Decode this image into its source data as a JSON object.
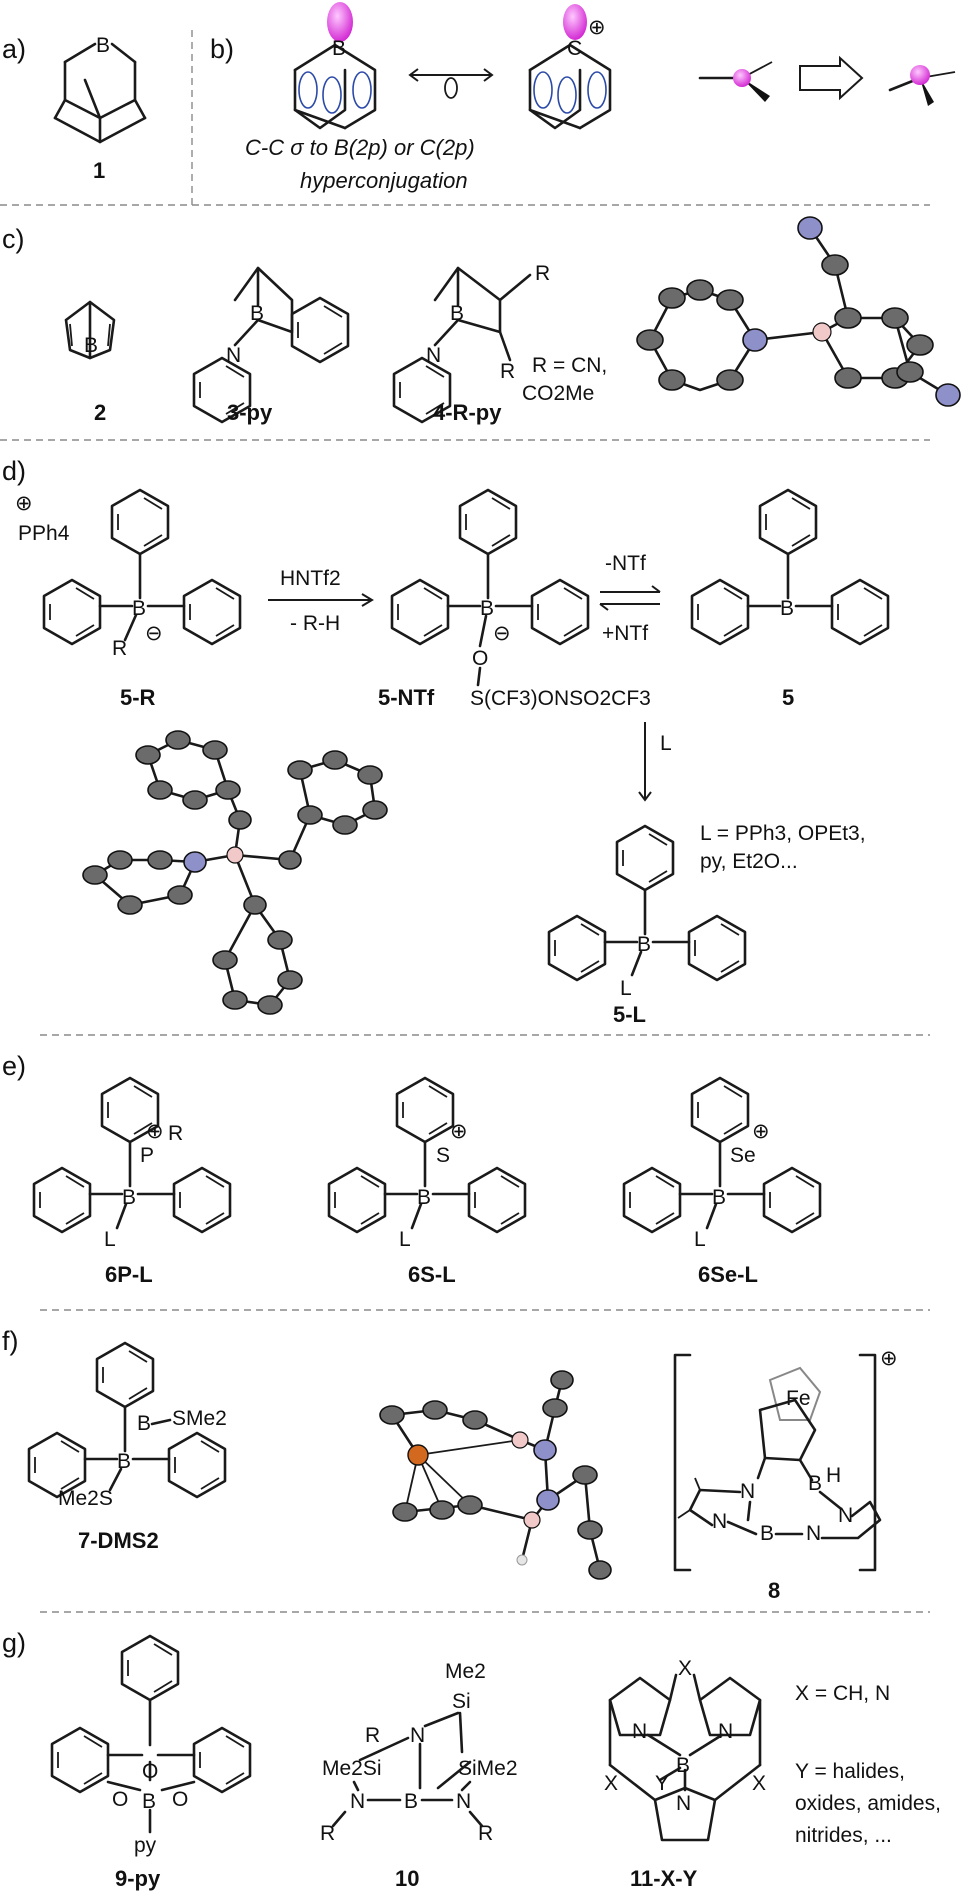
{
  "panels": {
    "a": "a)",
    "b": "b)",
    "c": "c)",
    "d": "d)",
    "e": "e)",
    "f": "f)",
    "g": "g)"
  },
  "atoms": {
    "B": "B",
    "C": "C",
    "N": "N",
    "L": "L",
    "O": "O",
    "P": "P",
    "S": "S",
    "Se": "Se",
    "R": "R",
    "H": "H",
    "X": "X",
    "Y": "Y",
    "Fe": "Fe",
    "py": "py"
  },
  "charges": {
    "plus": "⊕",
    "minus": "⊖"
  },
  "panel_a": {
    "compound": "1"
  },
  "panel_b": {
    "caption_line1": "C-C σ to B(2p) or C(2p)",
    "caption_line2": "hyperconjugation"
  },
  "panel_c": {
    "compounds": [
      "2",
      "3-py",
      "4-R-py"
    ],
    "r_definition_1": "R = CN,",
    "r_definition_2": "CO2Me"
  },
  "panel_d": {
    "counterion": "PPh4",
    "reagent": "HNTf2",
    "byproduct": "- R-H",
    "eq_forward": "-NTf",
    "eq_reverse": "+NTf",
    "ligand_arrow": "L",
    "substituent_5ntf": "S(CF3)ONSO2CF3",
    "ligand_list_1": "L = PPh3, OPEt3,",
    "ligand_list_2": "py, Et2O...",
    "compounds": [
      "5-R",
      "5-NTf",
      "5",
      "5-L"
    ]
  },
  "panel_e": {
    "compounds": [
      "6P-L",
      "6S-L",
      "6Se-L"
    ]
  },
  "panel_f": {
    "sme2": "SMe2",
    "me2s": "Me2S",
    "compounds": [
      "7-DMS2",
      "8"
    ]
  },
  "panel_g": {
    "me2": "Me2",
    "si": "Si",
    "me2si": "Me2Si",
    "sime2": "SiMe2",
    "x_def": "X = CH, N",
    "y_def_1": "Y = halides,",
    "y_def_2": "oxides, amides,",
    "y_def_3": "nitrides, ...",
    "compounds": [
      "9-py",
      "10",
      "11-X-Y"
    ]
  },
  "colors": {
    "boron": "#f2c9c9",
    "nitrogen": "#8e90c9",
    "carbon": "#6b6b6b",
    "iron": "#d2691e",
    "orbital": "#e040e0"
  }
}
